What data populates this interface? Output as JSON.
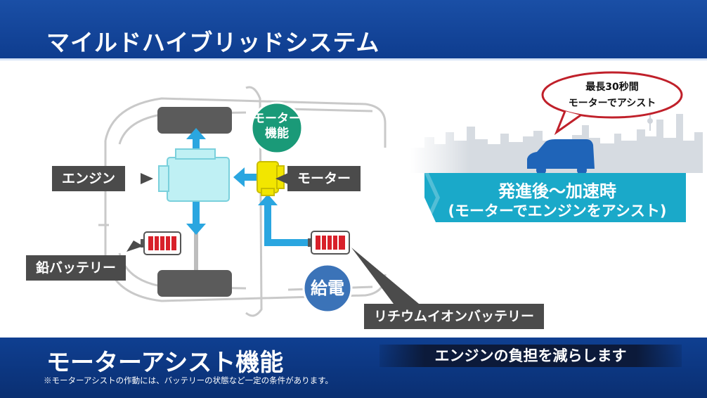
{
  "header": {
    "title": "マイルドハイブリッドシステム"
  },
  "diagram": {
    "labels": {
      "engine": "エンジン",
      "motor": "モーター",
      "lead_battery": "鉛バッテリー",
      "lithium_battery": "リチウムイオンバッテリー"
    },
    "motor_function": {
      "line1": "モーター",
      "line2": "機能"
    },
    "power_supply": "給電"
  },
  "scene": {
    "bubble": {
      "line1": "最長30秒間",
      "line2": "モーターでアシスト"
    },
    "banner": {
      "line1": "発進後～加速時",
      "line2": "(モーターでエンジンをアシスト)"
    }
  },
  "footer": {
    "subtitle": "モーターアシスト機能",
    "tagline": "エンジンの負担を減らします",
    "note": "※モーターアシストの作動には、バッテリーの状態など一定の条件があります。"
  },
  "colors": {
    "header_blue": "#1a4fa6",
    "teal_circle": "#1a9a78",
    "blue_circle": "#3b73b8",
    "arrow_blue": "#2aa6e0",
    "engine_cyan": "#bff0f4",
    "motor_yellow": "#f2e600",
    "battery_red": "#d8202a",
    "banner_cyan": "#1aa9c9",
    "bubble_red": "#c0202a"
  },
  "icons": [
    "engine-icon",
    "motor-icon",
    "lead-battery-icon",
    "lithium-battery-icon",
    "car-silhouette-icon",
    "city-skyline-icon",
    "speech-bubble-icon"
  ]
}
